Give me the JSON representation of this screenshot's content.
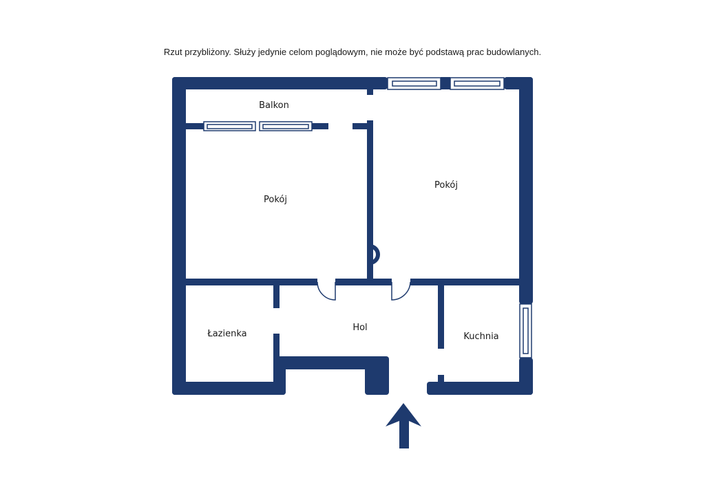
{
  "disclaimer": "Rzut przybliżony. Służy jedynie celom poglądowym, nie może być podstawą prac budowlanych.",
  "colors": {
    "wall": "#1e3a6e",
    "window_frame": "#1e3a6e",
    "window_fill": "#ffffff",
    "background": "#ffffff"
  },
  "rooms": {
    "balkon": "Balkon",
    "pokoj_left": "Pokój",
    "pokoj_right": "Pokój",
    "lazienka": "Łazienka",
    "hol": "Hol",
    "kuchnia": "Kuchnia"
  },
  "entrance_icon": "arrow-up-icon"
}
